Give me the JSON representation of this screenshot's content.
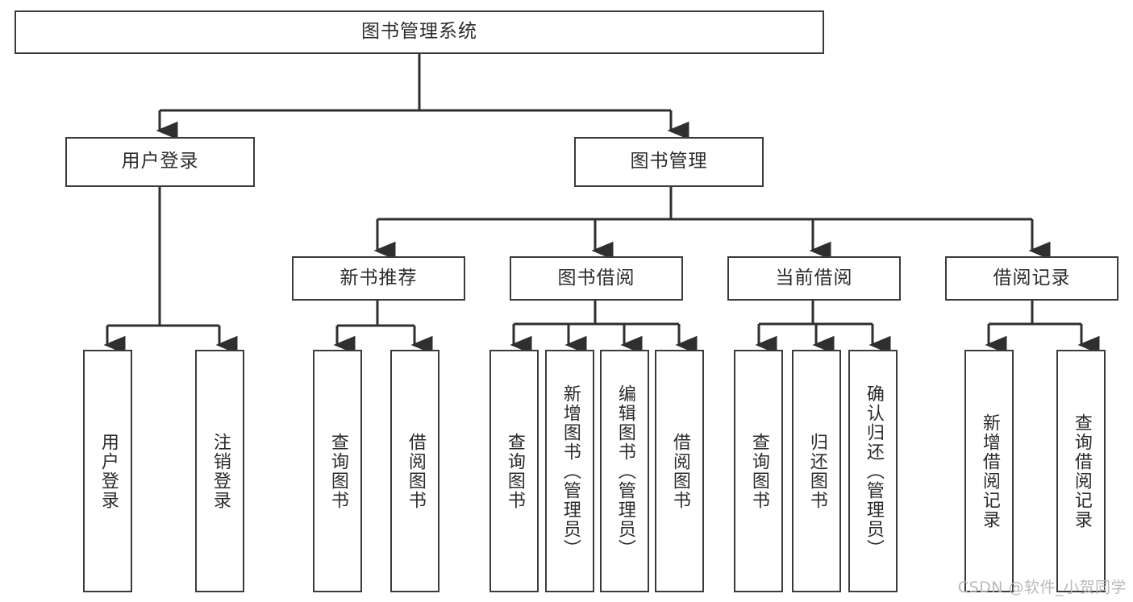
{
  "diagram": {
    "type": "tree",
    "title": "图书管理系统",
    "orientation": "top-down",
    "colors": {
      "box_border": "#3b3b3b",
      "box_fill": "#ffffff",
      "connector": "#2f2f2f",
      "text": "#2b2b2b",
      "watermark": "#b9b9b9",
      "background": "#ffffff"
    },
    "root": {
      "label": "图书管理系统"
    },
    "level2": [
      {
        "label": "用户登录"
      },
      {
        "label": "图书管理"
      }
    ],
    "level3": [
      {
        "label": "新书推荐"
      },
      {
        "label": "图书借阅"
      },
      {
        "label": "当前借阅"
      },
      {
        "label": "借阅记录"
      }
    ],
    "leaves": {
      "user_login": [
        {
          "label": "用户登录"
        },
        {
          "label": "注销登录"
        }
      ],
      "new_book_recommend": [
        {
          "label": "查询图书"
        },
        {
          "label": "借阅图书"
        }
      ],
      "book_borrow": [
        {
          "label": "查询图书"
        },
        {
          "label": "新增图书（管理员）"
        },
        {
          "label": "编辑图书（管理员）"
        },
        {
          "label": "借阅图书"
        }
      ],
      "current_borrow": [
        {
          "label": "查询图书"
        },
        {
          "label": "归还图书"
        },
        {
          "label": "确认归还（管理员）"
        }
      ],
      "borrow_record": [
        {
          "label": "新增借阅记录"
        },
        {
          "label": "查询借阅记录"
        }
      ]
    }
  },
  "watermark": {
    "text": "CSDN @软件_小贺同学"
  }
}
